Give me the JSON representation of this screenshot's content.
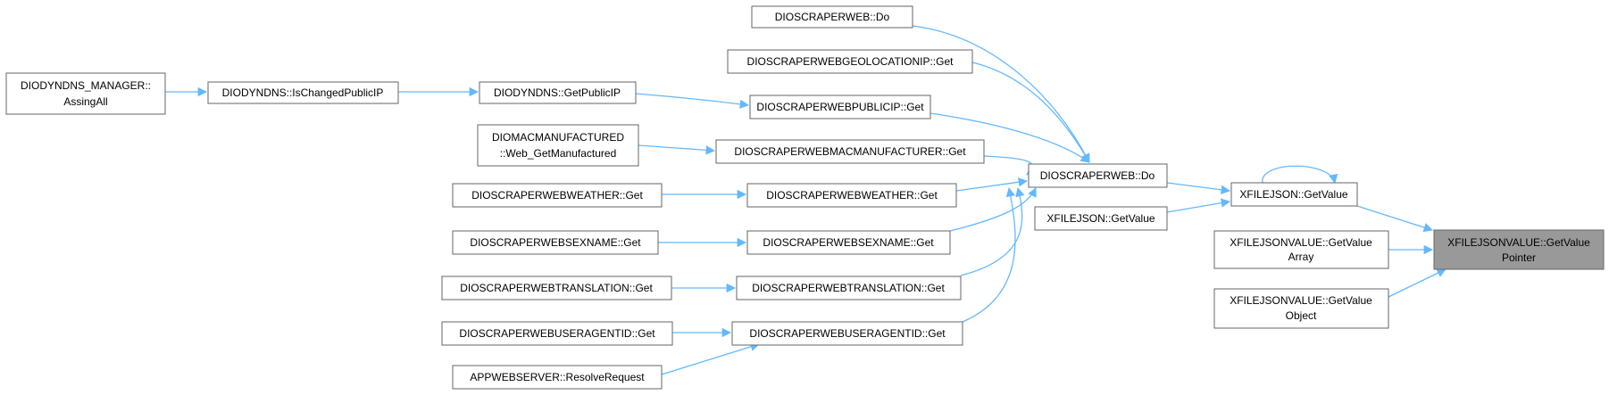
{
  "colors": {
    "edge": "#63b8ff",
    "border": "#666666",
    "highlight_fill": "#999999",
    "text": "#000000"
  },
  "nodes": [
    {
      "id": "n1",
      "lines": [
        "DIOSCRAPERWEB::Do"
      ]
    },
    {
      "id": "n2",
      "lines": [
        "DIOSCRAPERWEBGEOLOCATIONIP::Get"
      ]
    },
    {
      "id": "n3",
      "lines": [
        "DIODYNDNS_MANAGER::",
        "AssingAll"
      ]
    },
    {
      "id": "n4",
      "lines": [
        "DIODYNDNS::IsChangedPublicIP"
      ]
    },
    {
      "id": "n5",
      "lines": [
        "DIODYNDNS::GetPublicIP"
      ]
    },
    {
      "id": "n6",
      "lines": [
        "DIOSCRAPERWEBPUBLICIP::Get"
      ]
    },
    {
      "id": "n7",
      "lines": [
        "DIOMACMANUFACTURED",
        "::Web_GetManufactured"
      ]
    },
    {
      "id": "n8",
      "lines": [
        "DIOSCRAPERWEBMACMANUFACTURER::Get"
      ]
    },
    {
      "id": "n9",
      "lines": [
        "DIOSCRAPERWEB::Do"
      ]
    },
    {
      "id": "n10",
      "lines": [
        "DIOSCRAPERWEBWEATHER::Get"
      ]
    },
    {
      "id": "n11",
      "lines": [
        "DIOSCRAPERWEBWEATHER::Get"
      ]
    },
    {
      "id": "n12",
      "lines": [
        "XFILEJSON::GetValue"
      ]
    },
    {
      "id": "n13",
      "lines": [
        "XFILEJSON::GetValue"
      ]
    },
    {
      "id": "n14",
      "lines": [
        "DIOSCRAPERWEBSEXNAME::Get"
      ]
    },
    {
      "id": "n15",
      "lines": [
        "DIOSCRAPERWEBSEXNAME::Get"
      ]
    },
    {
      "id": "n16",
      "lines": [
        "XFILEJSONVALUE::GetValue",
        "Pointer"
      ],
      "highlight": true
    },
    {
      "id": "n17",
      "lines": [
        "XFILEJSONVALUE::GetValue",
        "Array"
      ]
    },
    {
      "id": "n18",
      "lines": [
        "DIOSCRAPERWEBTRANSLATION::Get"
      ]
    },
    {
      "id": "n19",
      "lines": [
        "DIOSCRAPERWEBTRANSLATION::Get"
      ]
    },
    {
      "id": "n20",
      "lines": [
        "XFILEJSONVALUE::GetValue",
        "Object"
      ]
    },
    {
      "id": "n21",
      "lines": [
        "DIOSCRAPERWEBUSERAGENTID::Get"
      ]
    },
    {
      "id": "n22",
      "lines": [
        "DIOSCRAPERWEBUSERAGENTID::Get"
      ]
    },
    {
      "id": "n23",
      "lines": [
        "APPWEBSERVER::ResolveRequest"
      ]
    }
  ],
  "edges": [
    {
      "from": "n1",
      "to": "n9"
    },
    {
      "from": "n2",
      "to": "n9"
    },
    {
      "from": "n3",
      "to": "n4"
    },
    {
      "from": "n4",
      "to": "n5"
    },
    {
      "from": "n5",
      "to": "n6"
    },
    {
      "from": "n6",
      "to": "n9"
    },
    {
      "from": "n7",
      "to": "n8"
    },
    {
      "from": "n8",
      "to": "n9"
    },
    {
      "from": "n9",
      "to": "n12"
    },
    {
      "from": "n10",
      "to": "n11"
    },
    {
      "from": "n11",
      "to": "n9"
    },
    {
      "from": "n12",
      "to": "n12"
    },
    {
      "from": "n12",
      "to": "n16"
    },
    {
      "from": "n13",
      "to": "n12"
    },
    {
      "from": "n14",
      "to": "n15"
    },
    {
      "from": "n15",
      "to": "n9"
    },
    {
      "from": "n17",
      "to": "n16"
    },
    {
      "from": "n18",
      "to": "n19"
    },
    {
      "from": "n19",
      "to": "n9"
    },
    {
      "from": "n20",
      "to": "n16"
    },
    {
      "from": "n21",
      "to": "n22"
    },
    {
      "from": "n22",
      "to": "n9"
    },
    {
      "from": "n23",
      "to": "n22"
    }
  ]
}
